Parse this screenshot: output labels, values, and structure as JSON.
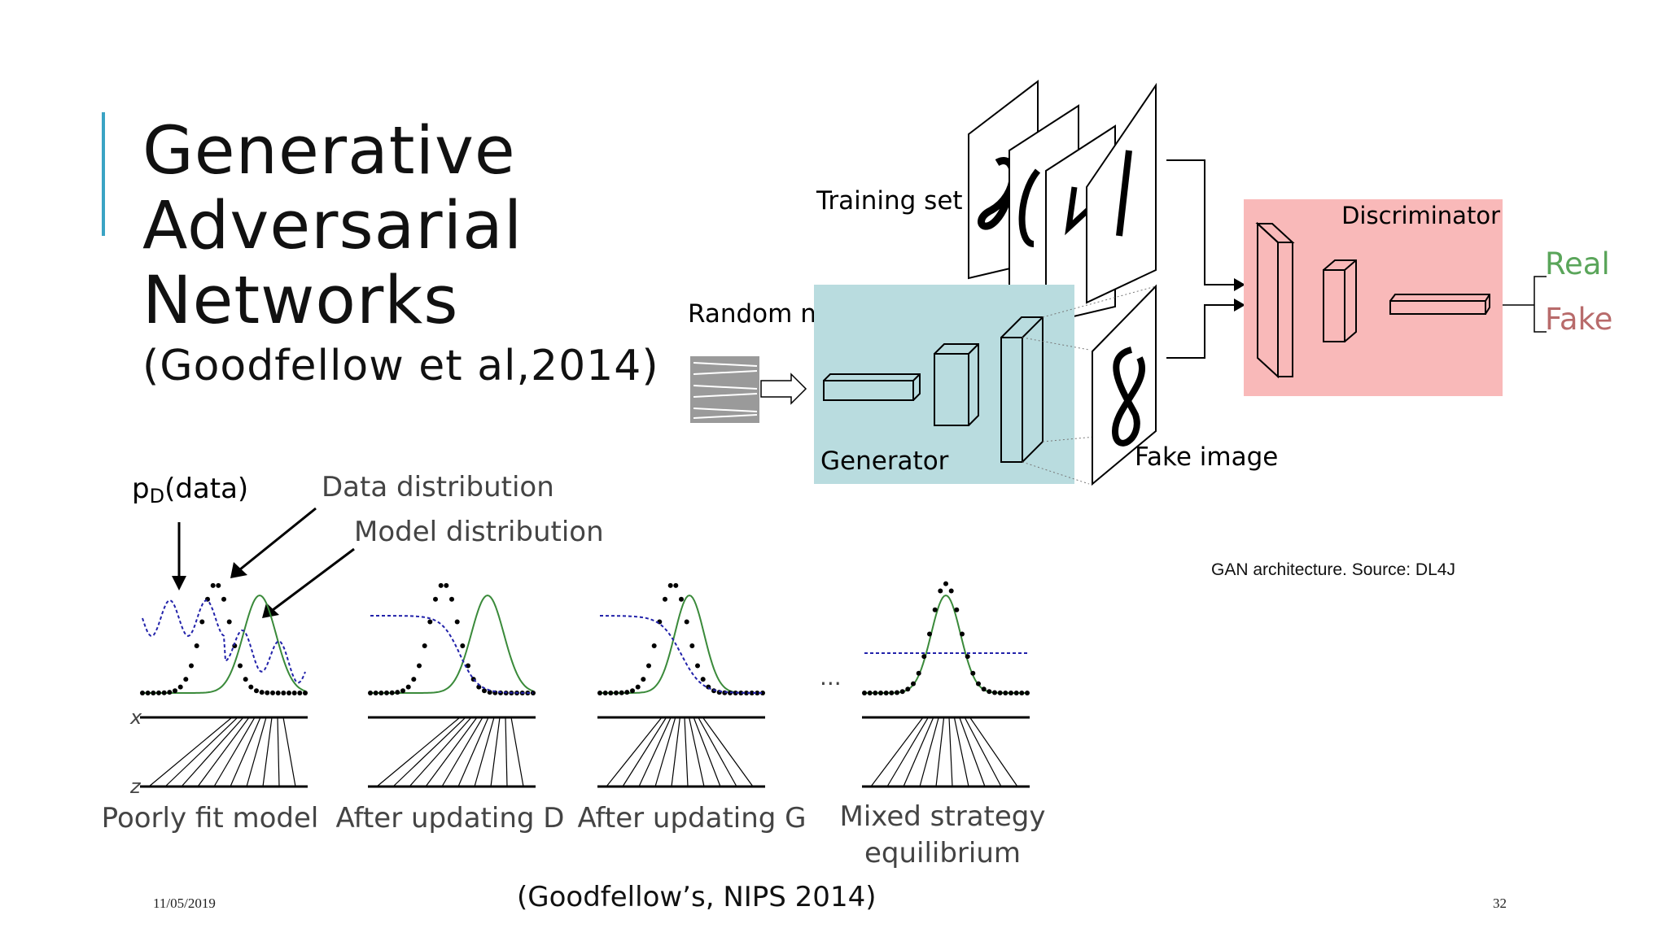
{
  "slide": {
    "title_lines": [
      "Generative",
      "Adversarial",
      "Networks"
    ],
    "subtitle": "(Goodfellow et al,2014)",
    "footer": {
      "date": "11/05/2019",
      "citation": "(Goodfellow’s, NIPS 2014)",
      "page": "32"
    }
  },
  "architecture": {
    "training_set_label": "Training set",
    "random_noise_label": "Random noise",
    "generator_label": "Generator",
    "fake_image_label": "Fake image",
    "discriminator_label": "Discriminator",
    "output_real": "Real",
    "output_fake": "Fake",
    "caption": "GAN architecture. Source: DL4J",
    "colors": {
      "generator": "#b9dcdf",
      "discriminator": "#f9b9b9",
      "real": "#5aa55a",
      "fake": "#b86b6b"
    }
  },
  "distributions": {
    "p_data_label": "p",
    "p_data_sub": "D",
    "p_data_suffix": "(data)",
    "data_distribution_label": "Data distribution",
    "model_distribution_label": "Model distribution",
    "x_axis_symbol": "x",
    "z_axis_symbol": "z",
    "ellipsis": "...",
    "panels": [
      "Poorly fit model",
      "After updating D",
      "After updating G",
      "Mixed strategy",
      "equilibrium"
    ],
    "colors": {
      "data": "#000000",
      "model": "#3a8a3a",
      "discriminator": "#2222aa"
    }
  }
}
